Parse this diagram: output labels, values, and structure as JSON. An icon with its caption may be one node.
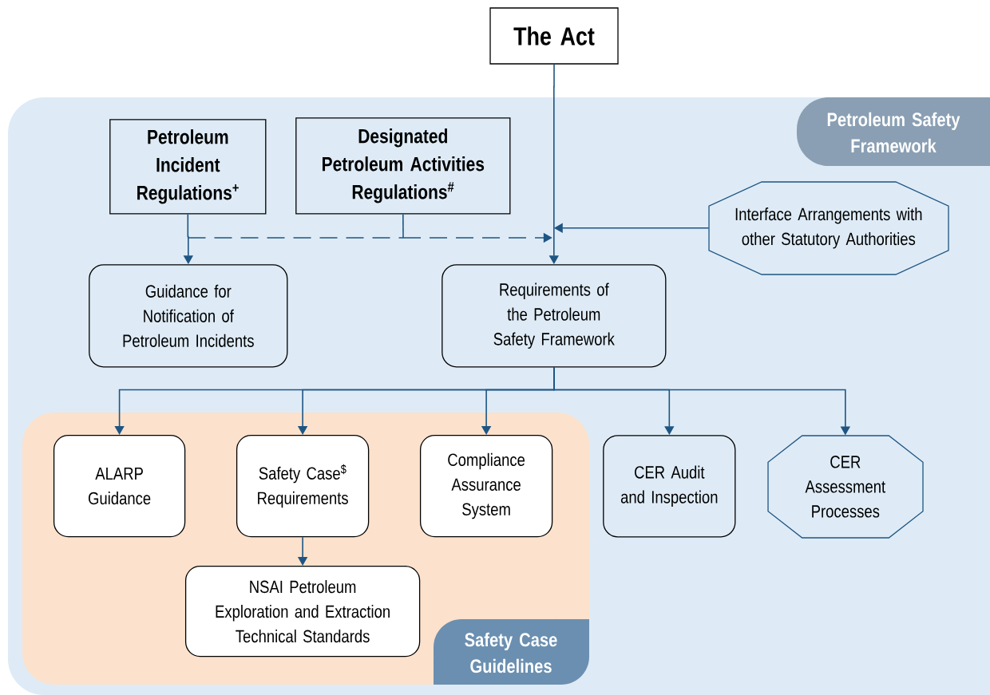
{
  "diagram": {
    "nodes": [
      {
        "text": [
          "Petroleum Safety Framework"
        ]
      },
      {
        "text": [
          "The Act"
        ]
      },
      {
        "text": [
          "Petroleum Incident Regulations$^{+}$"
        ],
        "in": 0
      },
      {
        "text": [
          "Designated Petroleum Activities Regulations$^{#}$"
        ],
        "in": 0
      },
      {
        "text": [
          "Interface Arrangements with other Statutory Authorities"
        ],
        "in": 0
      },
      {
        "text": [
          "Guidance for Notification of Petroleum Incidents"
        ],
        "in": 0
      },
      {
        "text": [
          "Requirements of the Petroleum Safety Framework"
        ],
        "in": 0
      },
      {
        "text": [
          "Safety Case Guidelines"
        ],
        "in": 0
      },
      {
        "text": [
          "ALARP Guidance"
        ],
        "in": 7
      },
      {
        "text": [
          "Safety Case$^{$}$ Requirements"
        ],
        "in": 7
      },
      {
        "text": [
          "Compliance Assurance System"
        ],
        "in": 7
      },
      {
        "text": [
          "CER Audit and Inspection"
        ],
        "in": 0
      },
      {
        "text": [
          "CER Assessment Processes"
        ],
        "in": 0
      },
      {
        "text": [
          "NSAI Petroleum Exploration and Extraction Technical Standards"
        ],
        "in": 7
      }
    ],
    "edges": [
      {
        "from": 1,
        "to": 6,
        "arrow": "to"
      },
      {
        "from": 4,
        "to": 6,
        "arrow": "to"
      },
      {
        "from": 2,
        "to": 5,
        "arrow": "to"
      },
      {
        "from": 2,
        "to": 6,
        "arrow": "to",
        "style": "dashed"
      },
      {
        "from": 3,
        "to": 6,
        "arrow": "to",
        "style": "dashed"
      },
      {
        "from": 6,
        "to": 8,
        "arrow": "to"
      },
      {
        "from": 6,
        "to": 9,
        "arrow": "to"
      },
      {
        "from": 6,
        "to": 10,
        "arrow": "to"
      },
      {
        "from": 6,
        "to": 11,
        "arrow": "to"
      },
      {
        "from": 6,
        "to": 12,
        "arrow": "to"
      },
      {
        "from": 9,
        "to": 13,
        "arrow": "to"
      }
    ]
  }
}
